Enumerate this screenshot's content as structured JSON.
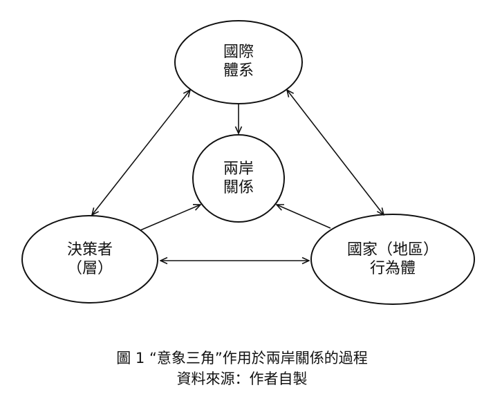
{
  "nodes": {
    "international_system": [
      "國際",
      "體系"
    ],
    "cross_strait_relations": [
      "兩岸",
      "關係"
    ],
    "decision_makers": [
      "決策者",
      "（層）"
    ],
    "state_actors": [
      "國家（地區）",
      "行為體"
    ]
  },
  "caption": {
    "title": "圖 1 “意象三角”作用於兩岸關係的過程",
    "source": "資料來源：作者自製"
  },
  "colors": {
    "ink": "#111111",
    "background": "#ffffff"
  }
}
